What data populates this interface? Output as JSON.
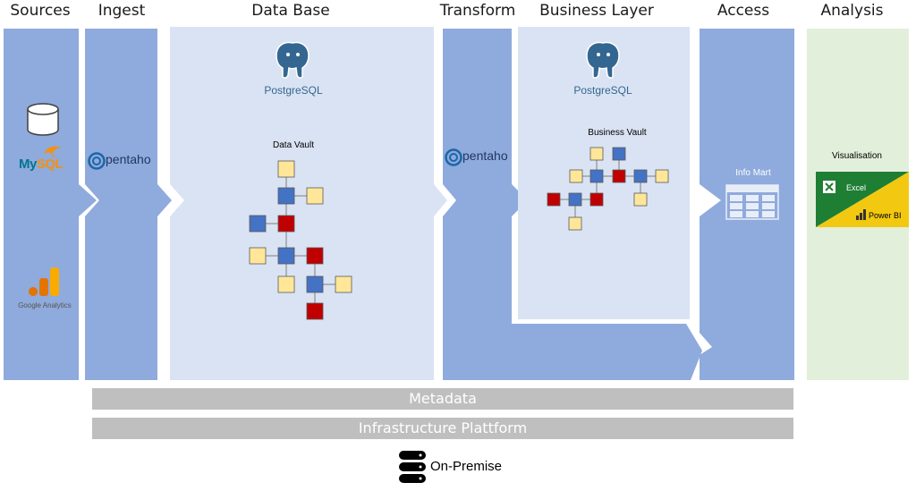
{
  "headers": {
    "sources": "Sources",
    "ingest": "Ingest",
    "database": "Data Base",
    "transform": "Transform",
    "business": "Business Layer",
    "access": "Access",
    "analysis": "Analysis"
  },
  "sources": {
    "mysql_prefix": "My",
    "mysql_suffix": "SQL",
    "google_analytics": "Google Analytics"
  },
  "ingest": {
    "tool": "pentaho"
  },
  "transform": {
    "tool": "pentaho"
  },
  "database": {
    "engine": "PostgreSQL",
    "model": "Data Vault"
  },
  "business": {
    "engine": "PostgreSQL",
    "model": "Business Vault"
  },
  "access": {
    "label": "Info Mart"
  },
  "analysis": {
    "title": "Visualisation",
    "excel": "Excel",
    "powerbi": "Power BI"
  },
  "bars": {
    "metadata": "Metadata",
    "infrastructure": "Infrastructure Plattform"
  },
  "footer": {
    "label": "On-Premise"
  },
  "colors": {
    "column_blue": "#8faadc",
    "panel_light": "#dae3f3",
    "analysis_green": "#e2efda",
    "hub_blue": "#4472c4",
    "link_red": "#c00000",
    "satellite_yellow": "#ffe699",
    "bar_gray": "#bfbfbf"
  }
}
